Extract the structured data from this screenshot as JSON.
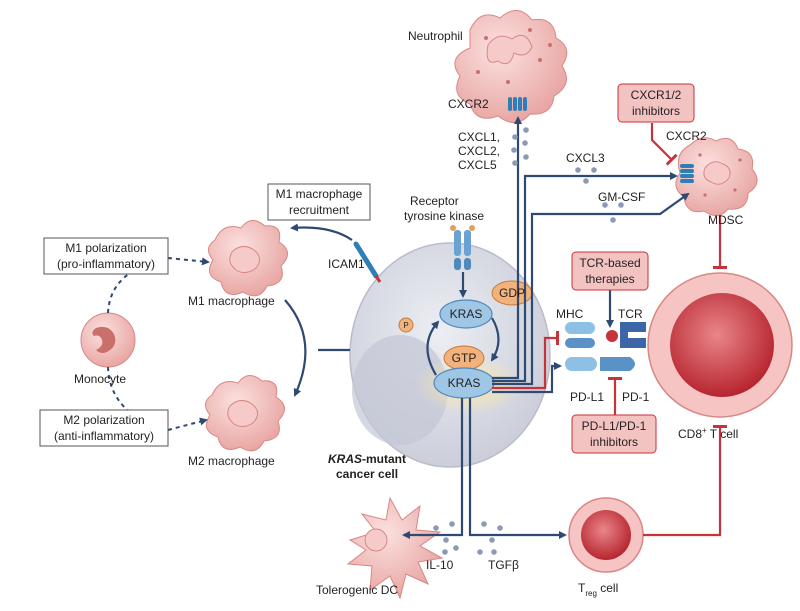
{
  "cells": {
    "neutrophil": "Neutrophil",
    "mdsc": "MDSC",
    "m1_macrophage": "M1 macrophage",
    "m2_macrophage": "M2 macrophage",
    "monocyte": "Monocyte",
    "tolerogenic_dc": "Tolerogenic DC",
    "treg_main": "T",
    "treg_sub": "reg",
    "treg_suffix": " cell",
    "cd8_main": "CD8",
    "cd8_sup": "+",
    "cd8_suffix": " T cell",
    "cancer_cell_gene": "KRAS",
    "cancer_cell_line1_suffix": "-mutant",
    "cancer_cell_line2": "cancer cell"
  },
  "molecules": {
    "cxcr2_neutrophil": "CXCR2",
    "cxcr2_mdsc": "CXCR2",
    "cxcl1": "CXCL1,",
    "cxcl2": "CXCL2,",
    "cxcl5": "CXCL5",
    "cxcl3": "CXCL3",
    "gm_csf": "GM-CSF",
    "icam1": "ICAM1",
    "receptor_line1": "Receptor",
    "receptor_line2": "tyrosine kinase",
    "kras_top": "KRAS",
    "kras_bottom": "KRAS",
    "gdp": "GDP",
    "gtp": "GTP",
    "phosphate": "P",
    "mhc": "MHC",
    "tcr": "TCR",
    "pd_l1": "PD-L1",
    "pd_1": "PD-1",
    "il10": "IL-10",
    "tgfb": "TGFβ"
  },
  "boxes": {
    "m1_recruit_line1": "M1 macrophage",
    "m1_recruit_line2": "recruitment",
    "m1_polar_line1": "M1 polarization",
    "m1_polar_line2": "(pro-inflammatory)",
    "m2_polar_line1": "M2 polarization",
    "m2_polar_line2": "(anti-inflammatory)"
  },
  "therapies": {
    "cxcr_inhib_line1": "CXCR1/2",
    "cxcr_inhib_line2": "inhibitors",
    "tcr_ther_line1": "TCR-based",
    "tcr_ther_line2": "therapies",
    "pd_inhib_line1": "PD-L1/PD-1",
    "pd_inhib_line2": "inhibitors"
  },
  "colors": {
    "cell_pink": "#f0b7b5",
    "cell_pink_dark": "#d98784",
    "cancer_grey": "#d9dbe3",
    "kras_blue": "#9fc6e4",
    "gtp_orange": "#f2b27c",
    "arrow_navy": "#2e4a73",
    "inhibit_red": "#c8323a",
    "therapy_box": "#f3c3c1"
  }
}
